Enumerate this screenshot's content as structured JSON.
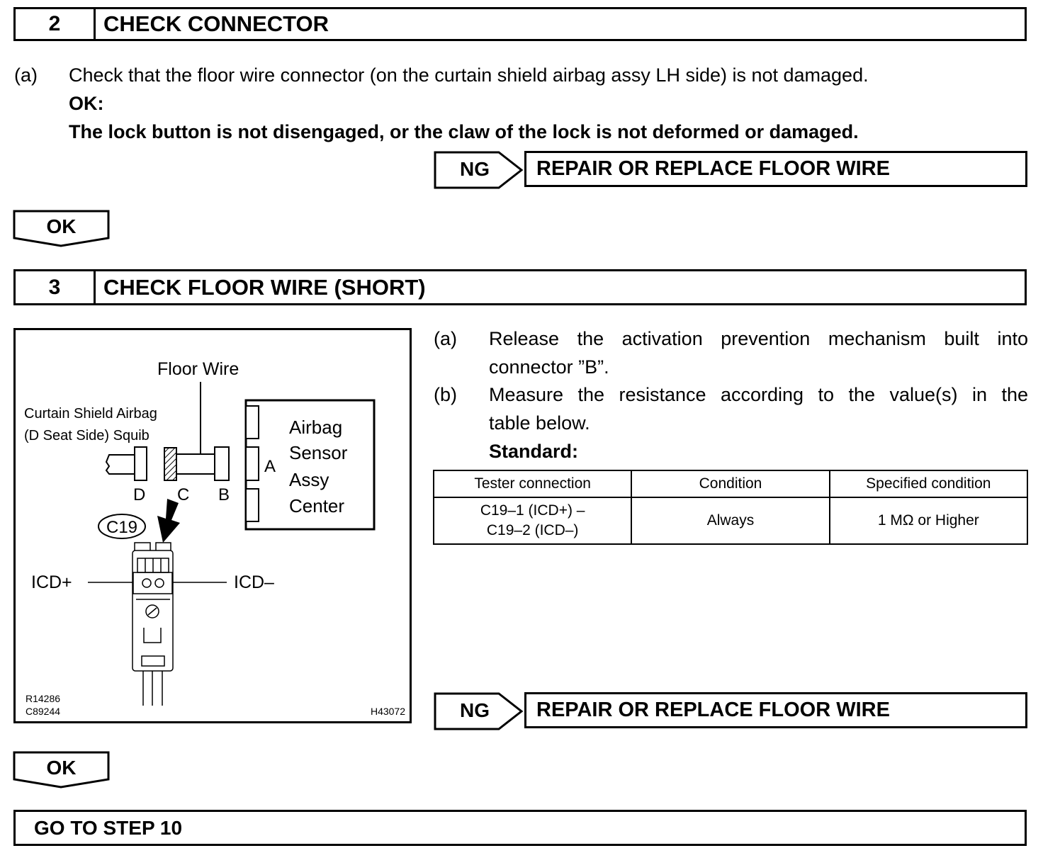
{
  "step2": {
    "number": "2",
    "title": "CHECK CONNECTOR",
    "item_a_marker": "(a)",
    "item_a_text": "Check that the floor wire connector (on the curtain shield airbag assy LH side) is not damaged.",
    "ok_label": "OK:",
    "ok_text": "The lock button is not disengaged, or the claw of the lock is not deformed or damaged.",
    "ng_label": "NG",
    "ng_action": "REPAIR OR REPLACE FLOOR WIRE",
    "ok_arrow": "OK"
  },
  "step3": {
    "number": "3",
    "title": "CHECK FLOOR WIRE (SHORT)",
    "item_a_marker": "(a)",
    "item_a_line1": "Release the activation prevention mechanism built into",
    "item_a_line2": "connector ”B”.",
    "item_b_marker": "(b)",
    "item_b_line1": "Measure the resistance according to the value(s) in the",
    "item_b_line2": "table below.",
    "standard_label": "Standard:",
    "table": {
      "headers": [
        "Tester connection",
        "Condition",
        "Specified condition"
      ],
      "row": {
        "connection_line1": "C19–1 (ICD+) –",
        "connection_line2": "C19–2 (ICD–)",
        "condition": "Always",
        "specified": "1 MΩ or Higher"
      }
    },
    "ng_label": "NG",
    "ng_action": "REPAIR OR REPLACE FLOOR WIRE",
    "ok_arrow": "OK"
  },
  "figure": {
    "floor_wire": "Floor Wire",
    "squib_line1": "Curtain Shield Airbag",
    "squib_line2": "(D Seat Side) Squib",
    "sensor_line1": "Airbag",
    "sensor_line2": "Sensor",
    "sensor_line3": "Assy",
    "sensor_line4": "Center",
    "label_a": "A",
    "label_b": "B",
    "label_c": "C",
    "label_d": "D",
    "connector_id": "C19",
    "icd_plus": "ICD+",
    "icd_minus": "ICD–",
    "ref1": "R14286",
    "ref2": "C89244",
    "ref3": "H43072"
  },
  "goto": "GO TO STEP 10"
}
